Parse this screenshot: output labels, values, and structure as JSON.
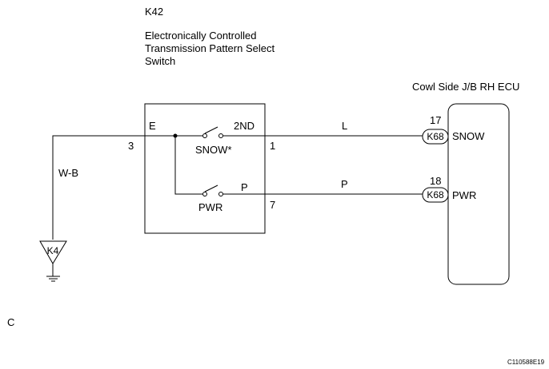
{
  "component": {
    "code": "K42",
    "name_lines": [
      "Electronically Controlled",
      "Transmission Pattern Select",
      "Switch"
    ],
    "terminals": {
      "e_label": "E",
      "snow_label": "2ND",
      "pwr_label": "P"
    },
    "pins": {
      "e": "3",
      "snow": "1",
      "pwr": "7"
    },
    "switches": {
      "snow": "SNOW*",
      "pwr": "PWR"
    }
  },
  "ecu": {
    "name": "Cowl Side J/B RH ECU",
    "connector": "K68",
    "terminals": [
      {
        "pin": "17",
        "label": "SNOW",
        "connector": "K68"
      },
      {
        "pin": "18",
        "label": "PWR",
        "connector": "K68"
      }
    ]
  },
  "wires": {
    "ground": "W-B",
    "snow": "L",
    "pwr": "P"
  },
  "ground_point": "K4",
  "corner_letter": "C",
  "diagram_code": "C110588E19"
}
